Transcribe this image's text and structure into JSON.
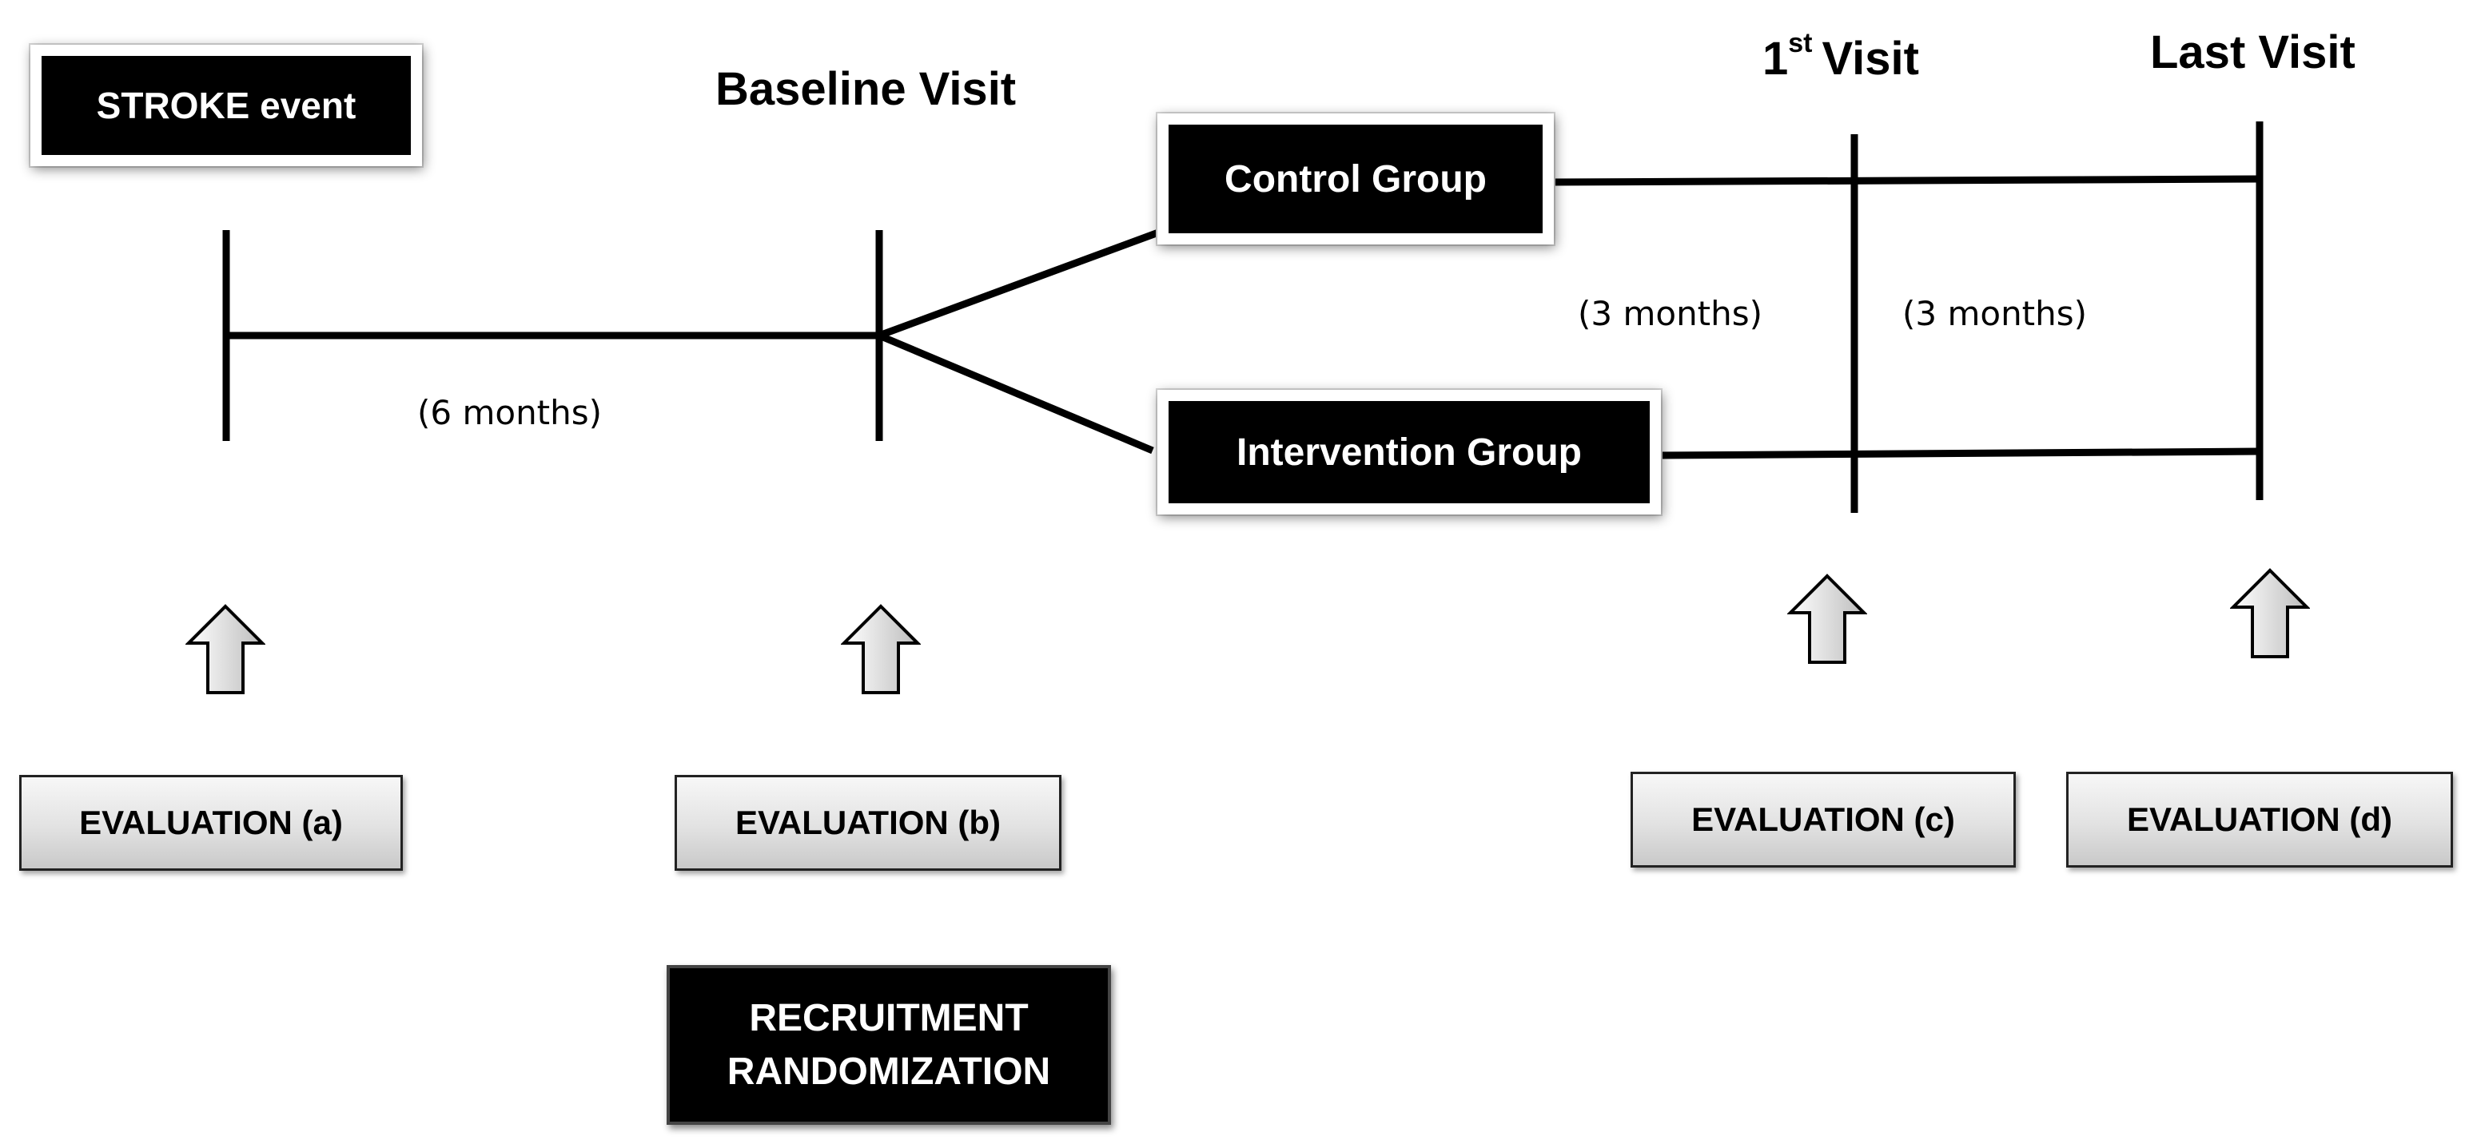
{
  "stroke_event": "STROKE event",
  "baseline_visit": "Baseline Visit",
  "first_visit": {
    "number": "1",
    "suffix": "st",
    "text": "Visit"
  },
  "last_visit": "Last Visit",
  "control_group": "Control Group",
  "intervention_group": "Intervention Group",
  "interval_6": "(6 months)",
  "interval_3a": "(3 months)",
  "interval_3b": "(3 months)",
  "evaluations": [
    "EVALUATION (a)",
    "EVALUATION (b)",
    "EVALUATION (c)",
    "EVALUATION (d)"
  ],
  "recruitment": {
    "line1": "RECRUITMENT",
    "line2": "RANDOMIZATION"
  }
}
